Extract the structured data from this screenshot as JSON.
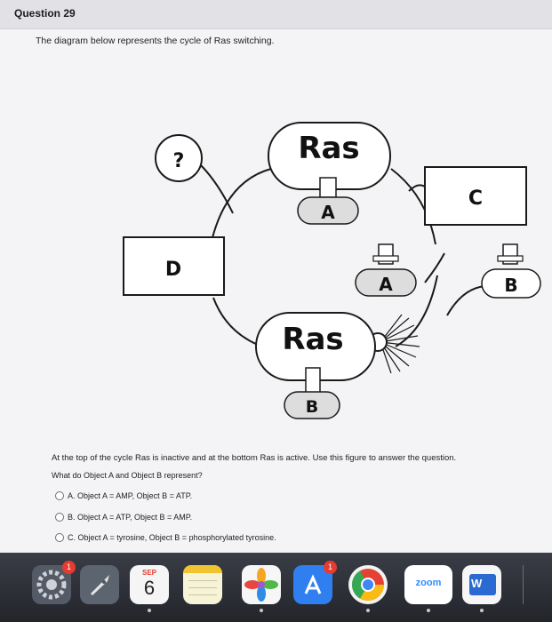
{
  "question": {
    "title": "Question 29",
    "intro": "The diagram below represents the cycle of Ras switching.",
    "stem": "At the top of the cycle Ras is inactive and at the bottom Ras is active. Use this figure to answer the question.",
    "prompt": "What do Object A and Object B represent?",
    "options": [
      {
        "label": "A. Object A = AMP, Object B = ATP."
      },
      {
        "label": "B. Object A = ATP, Object B = AMP."
      },
      {
        "label": "C. Object A = tyrosine, Object B = phosphorylated tyrosine."
      }
    ]
  },
  "diagram": {
    "ras_top": "Ras",
    "ras_bottom": "Ras",
    "label_question": "?",
    "label_c": "C",
    "label_d": "D",
    "object_a_top": "A",
    "object_a_mid": "A",
    "object_b_bottom": "B",
    "object_b_right": "B"
  },
  "dock": {
    "calendar_month": "SEP",
    "calendar_day": "6",
    "zoom_label": "zoom",
    "word_label": "W",
    "badge_system": "1",
    "badge_appstore": "1"
  }
}
